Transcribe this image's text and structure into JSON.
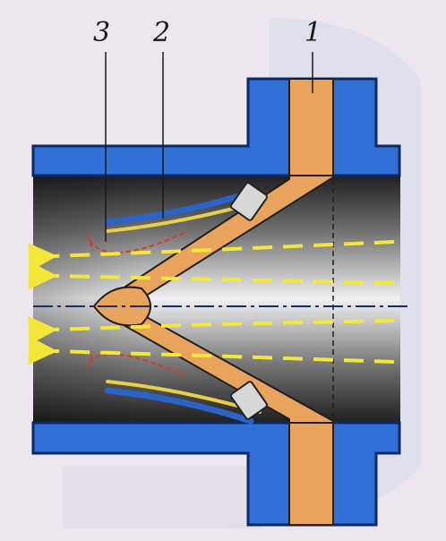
{
  "diagram": {
    "callouts": [
      {
        "id": "label-1",
        "text": "1"
      },
      {
        "id": "label-2",
        "text": "2"
      },
      {
        "id": "label-3",
        "text": "3"
      }
    ],
    "colors": {
      "background": "#ede6ee",
      "pipe_wall": "#2f6fd6",
      "pipe_outline": "#0b2a66",
      "bore_dark": "#2a2a2a",
      "bore_light": "#e8e8e8",
      "orifice_body": "#e8a45c",
      "flow_arrows": "#f4e73a",
      "wire_blue": "#2b63c7",
      "wire_yellow": "#e7cf4a",
      "red_trace": "#d33a2a",
      "centerline": "#1c2c6e"
    },
    "icons": {
      "flow_arrow": "arrow-left-icon",
      "fastener": "bolt-icon"
    }
  }
}
